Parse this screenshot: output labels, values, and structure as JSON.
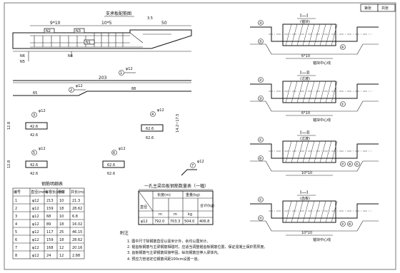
{
  "title_stamp": {
    "cells": [
      "第张",
      "共张"
    ]
  },
  "elevation": {
    "title": "支承板配筋图",
    "dims_top": [
      "9*10",
      "10*5",
      "3.5",
      "50"
    ],
    "bars": [
      "N2",
      "N3",
      "N1",
      "N6",
      "N5",
      "N4"
    ],
    "dims_bottom": [
      "203",
      "65",
      "88"
    ],
    "bottom_label": "N1"
  },
  "bars_detail": {
    "bar_a": {
      "label": "φ12",
      "pos": "1",
      "len": "203",
      "seg_a": "65",
      "seg_b": "88"
    },
    "bar_b": {
      "label": "φ12",
      "pos": "2"
    },
    "bar_c": {
      "label": "φ12",
      "pos": "3",
      "dim": "42.6",
      "side": "12.8"
    },
    "bar_d": {
      "label": "φ12",
      "pos": "4",
      "dim": "62.6",
      "side": "14.2~17.5"
    },
    "bar_e": {
      "label": "φ12",
      "pos": "5",
      "dim": "42.6",
      "side": "12.8"
    },
    "bar_f": {
      "label": "φ12",
      "pos": "6",
      "dim": "62.6",
      "side": "14.2~17.5"
    },
    "bar_g": {
      "label": "φ12",
      "pos": "7"
    }
  },
  "table_left": {
    "title": "钢筋明细表",
    "headers": [
      "编号",
      "直径(mm)",
      "每根长(cm)",
      "根数",
      "共长(m)"
    ],
    "rows": [
      [
        "1",
        "φ12",
        "213",
        "10",
        "21.3"
      ],
      [
        "2",
        "φ12",
        "159",
        "18",
        "28.62"
      ],
      [
        "3",
        "φ12",
        "68",
        "10",
        "6.8"
      ],
      [
        "4",
        "φ12",
        "89",
        "18",
        "16.02"
      ],
      [
        "5",
        "φ12",
        "117",
        "25",
        "46.15"
      ],
      [
        "6",
        "φ12",
        "159",
        "18",
        "28.62"
      ],
      [
        "7",
        "φ12",
        "168",
        "12",
        "20.16"
      ],
      [
        "8",
        "φ12",
        "24",
        "12",
        "2.88"
      ]
    ]
  },
  "table_right": {
    "title": "一孔主梁齿板钢筋数量表（一幅）",
    "headers": [
      "直径",
      "长度(m)",
      "重量(kg)",
      "合计(kg)"
    ],
    "sub_headers": [
      "m",
      "m",
      "kg"
    ],
    "row": [
      "φ12",
      "792.0",
      "703.3",
      "504.0",
      "406.8"
    ]
  },
  "notes": {
    "title": "附注",
    "items": [
      "1. 图中尺寸除钢筋直径以毫米计外，余均以厘米计。",
      "2. 锯齿板钢筋与主梁钢筋相碰时，应适当调整锯齿板钢筋位置，保证混凝土保护层厚度。",
      "3. 齿板钢筋与主梁钢筋焊接牢固，纵向钢筋应伸入梁体内。",
      "4. 预应力管道定位钢筋间距100cm设置一道。"
    ]
  },
  "sections": [
    {
      "mark": "I—I",
      "sub": "(锚块)",
      "dim": "6*10",
      "label": "锚块中心线",
      "bars": [
        "③",
        "⑤",
        "④"
      ]
    },
    {
      "mark": "I—II",
      "sub": "(过渡)",
      "dim": "6*10",
      "label": "锚块中心线",
      "bars": [
        "②",
        "③",
        "①"
      ]
    },
    {
      "mark": "I—II",
      "sub": "(过渡)",
      "dim": "10*10",
      "label": "",
      "bars": [
        "①",
        "⑥",
        "⑦",
        "⑧",
        "②"
      ]
    },
    {
      "mark": "I—I",
      "sub": "(齿板)",
      "dim": "10*10",
      "label": "锚块中心线",
      "bars": [
        "①",
        "⑦",
        "②",
        "⑥"
      ]
    }
  ]
}
